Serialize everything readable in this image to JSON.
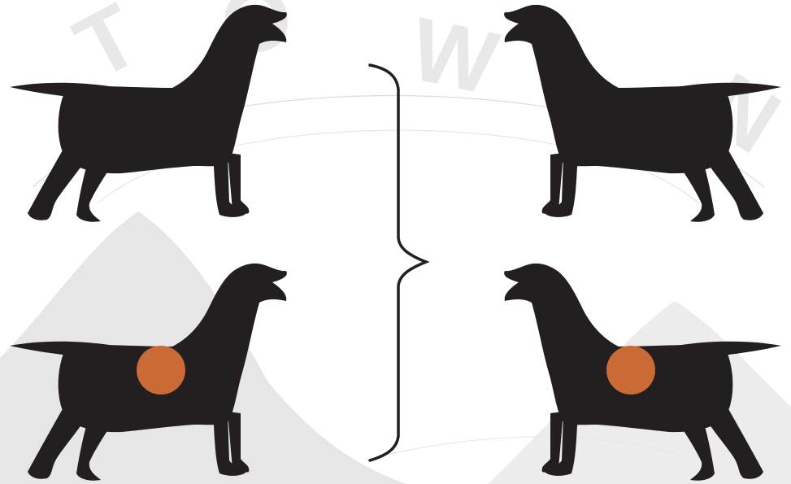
{
  "colors": {
    "background": "#ffffff",
    "watermark_fill": "#e6e6e6",
    "watermark_line": "#d9d9d9",
    "dog_silhouette": "#231f20",
    "highlight_spot": "#c96a37",
    "bracket": "#231f20"
  },
  "watermark": {
    "letters": [
      "T",
      "O",
      "W",
      "N"
    ],
    "description_icon": "circular-stamp-watermark"
  },
  "dogs": [
    {
      "row": "top",
      "facing": "right",
      "marked": false,
      "icon": "dog-silhouette-icon"
    },
    {
      "row": "top",
      "facing": "left",
      "marked": false,
      "icon": "dog-silhouette-icon"
    },
    {
      "row": "bottom",
      "facing": "right",
      "marked": true,
      "icon": "dog-silhouette-icon"
    },
    {
      "row": "bottom",
      "facing": "left",
      "marked": true,
      "icon": "dog-silhouette-icon"
    }
  ],
  "connector": {
    "shape": "curly-brace",
    "opens_toward": "left",
    "icon": "curly-brace-icon"
  }
}
